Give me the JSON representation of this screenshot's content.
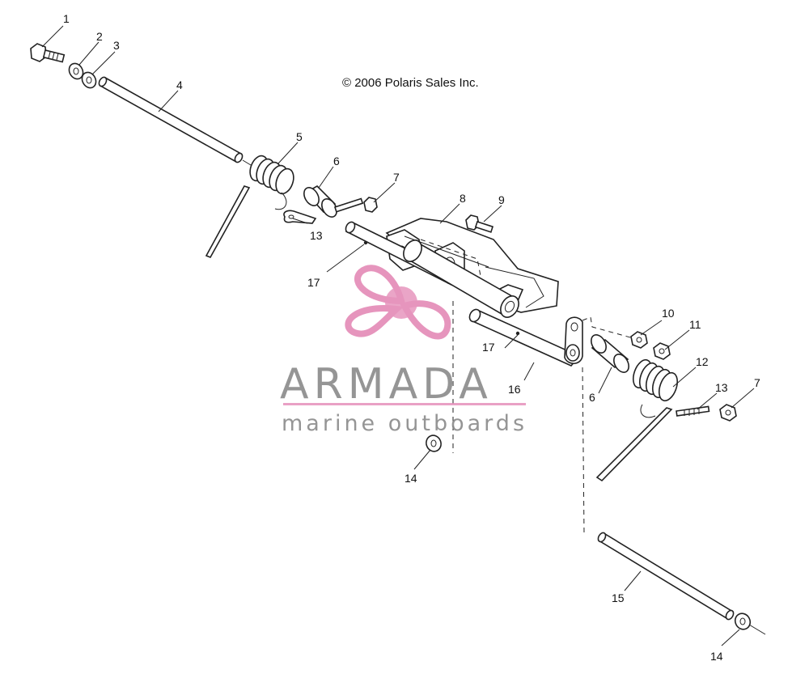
{
  "copyright": "© 2006 Polaris Sales Inc.",
  "watermark": {
    "title": "ARMADA",
    "subtitle": "marine outboards",
    "title_color": "#8a8a8a",
    "accent_color": "#e48ab6"
  },
  "callouts": [
    "1",
    "2",
    "3",
    "4",
    "5",
    "6",
    "7",
    "8",
    "9",
    "13",
    "17",
    "10",
    "11",
    "12",
    "17",
    "16",
    "6",
    "13",
    "7",
    "14",
    "15",
    "14"
  ]
}
